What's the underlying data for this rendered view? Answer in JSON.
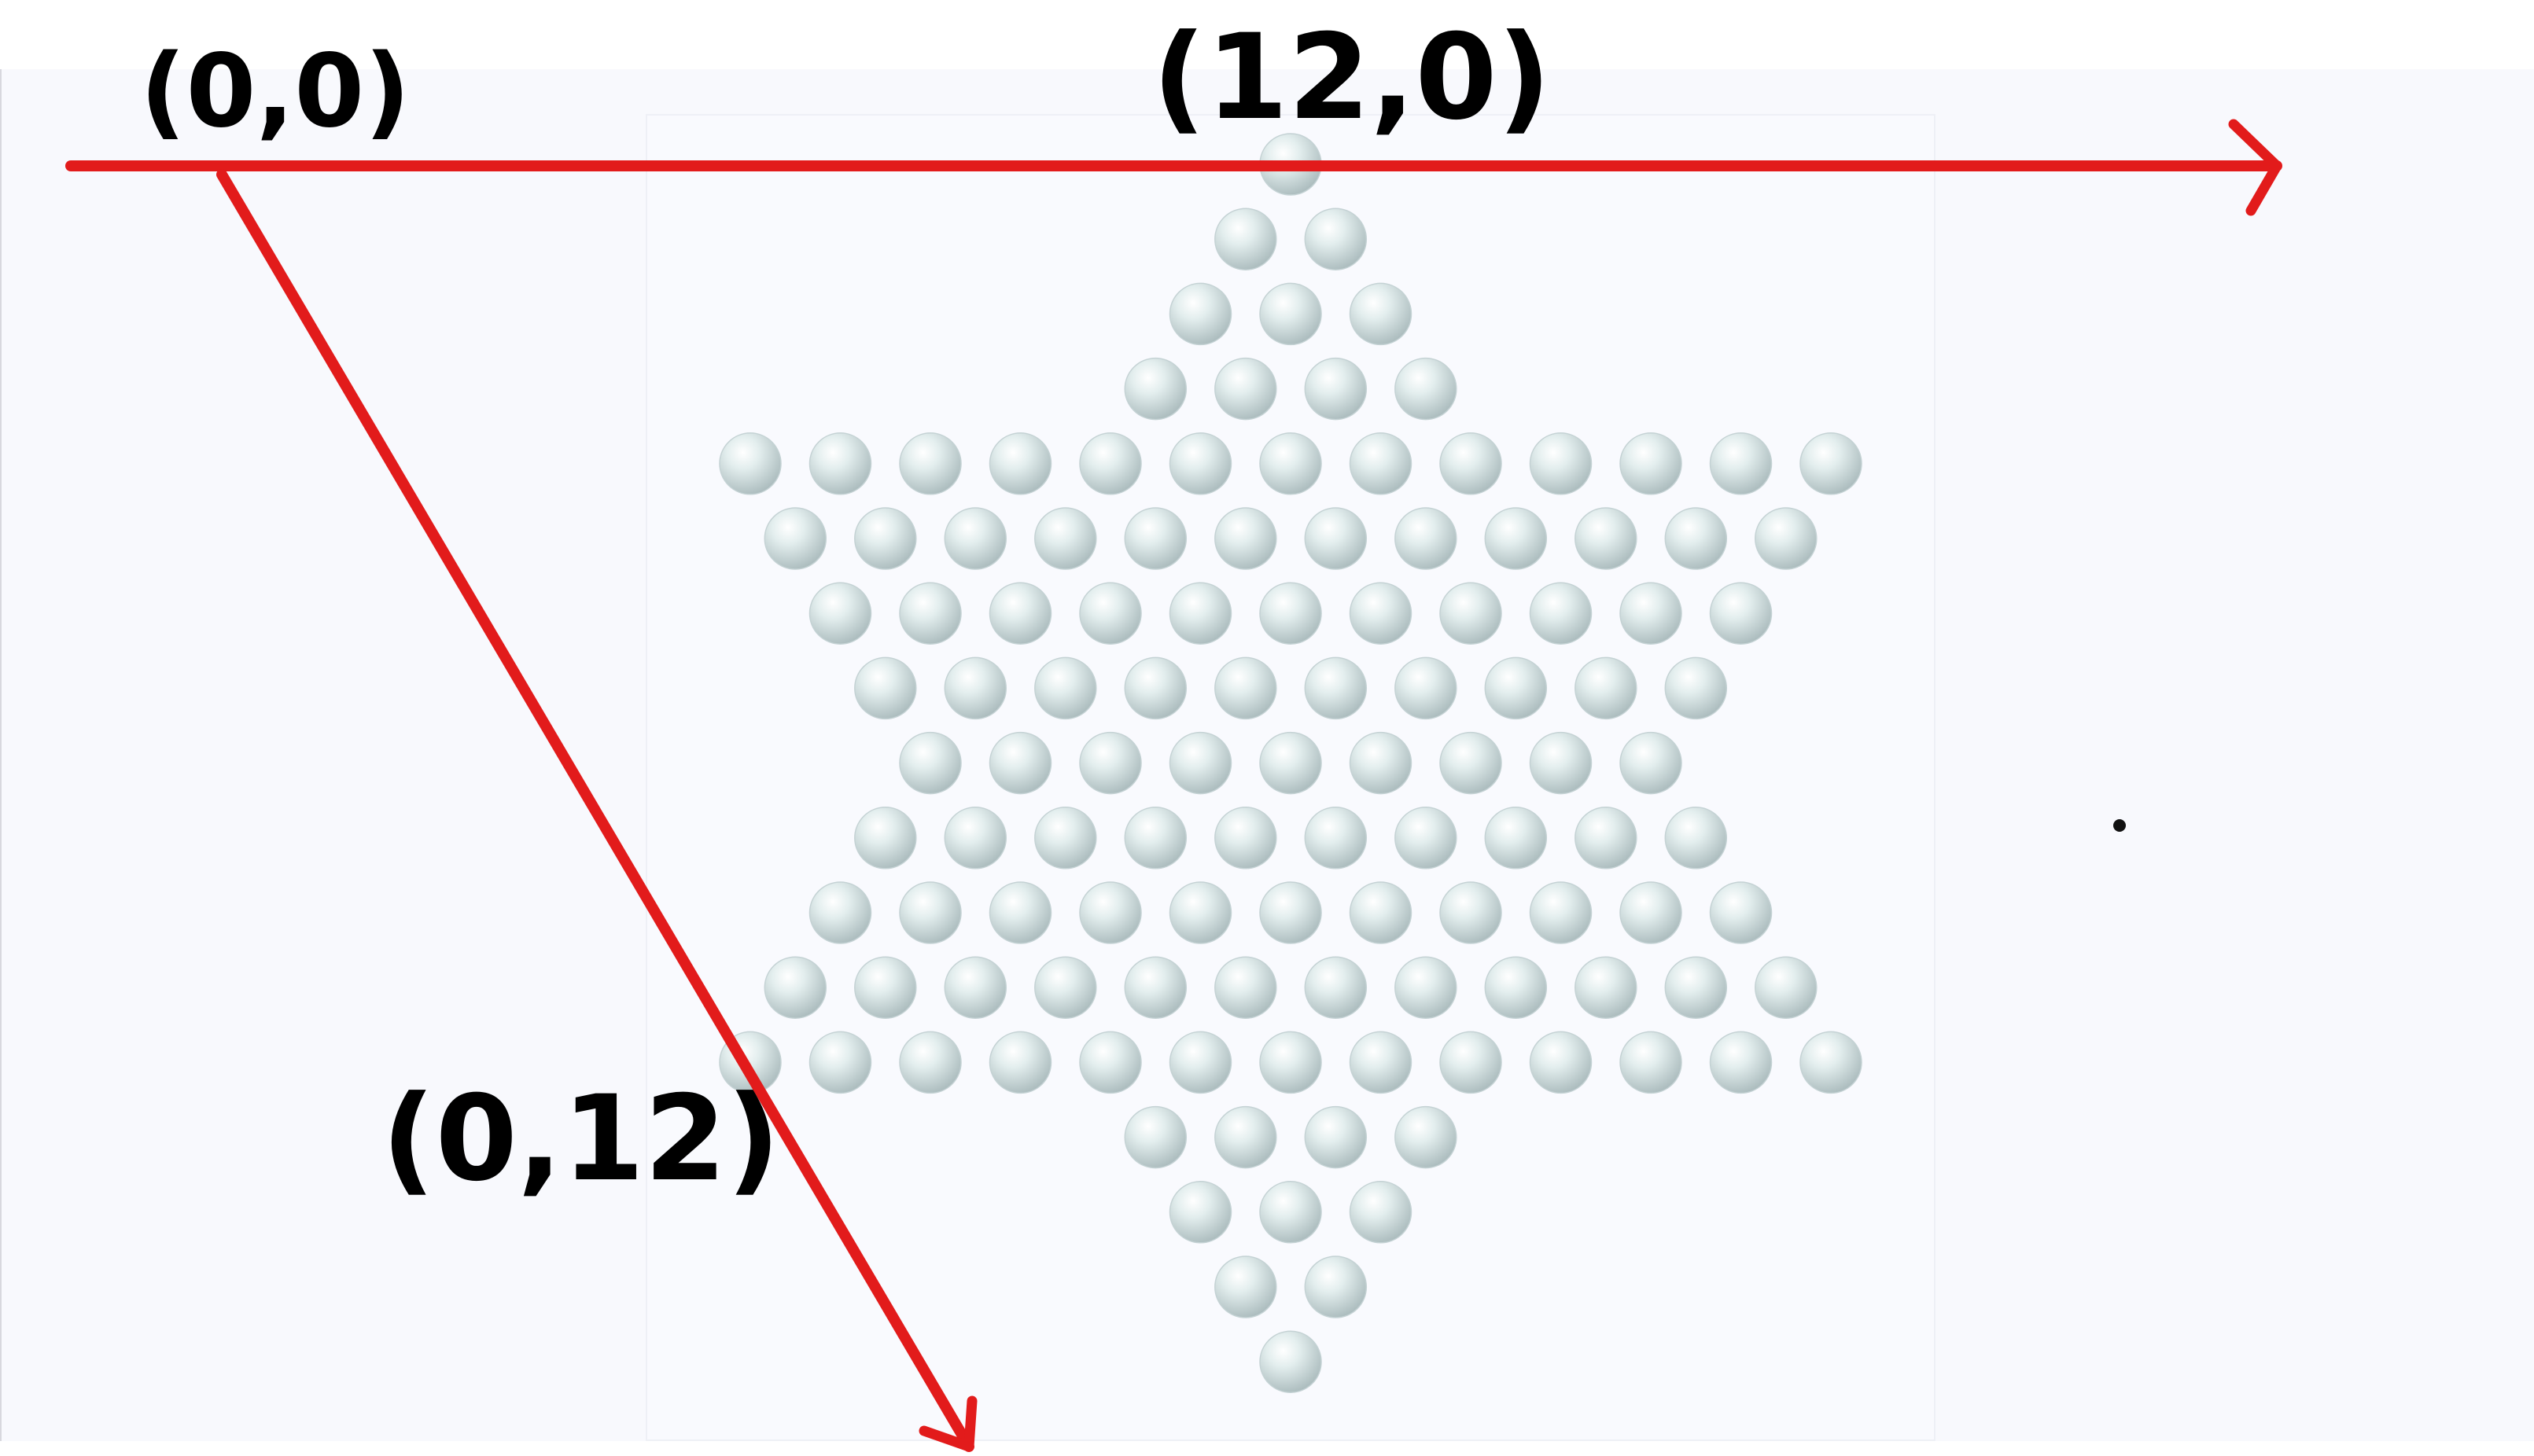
{
  "game": {
    "name": "chinese-checkers-board",
    "holes_per_row": [
      1,
      2,
      3,
      4,
      13,
      12,
      11,
      10,
      9,
      10,
      11,
      12,
      13,
      4,
      3,
      2,
      1
    ],
    "hole_state": "empty"
  },
  "annotations": {
    "origin_label": "(0,0)",
    "x_axis_label": "(12,0)",
    "y_axis_label": "(0,12)"
  },
  "colors": {
    "page_background": "#ffffff",
    "board_area": "#f8f9fd",
    "board_panel": "#f9fafe",
    "board_panel_border": "#eef0f6",
    "left_edge_line": "#d8d8de",
    "hole_highlight": "#ffffff",
    "hole_mid": "#e3eeee",
    "hole_shadow": "#a6b7b9",
    "hole_rim": "#c4d2d4",
    "axis_arrow": "#e21b1b",
    "label_ink": "#000000",
    "stray_dot": "#111111"
  }
}
